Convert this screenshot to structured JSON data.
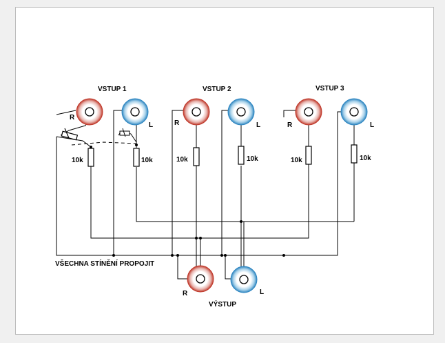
{
  "inputs": [
    {
      "title": "VSTUP 1",
      "r_label": "R",
      "l_label": "L",
      "r_resistor": "10k",
      "l_resistor": "10k"
    },
    {
      "title": "VSTUP 2",
      "r_label": "R",
      "l_label": "L",
      "r_resistor": "10k",
      "l_resistor": "10k"
    },
    {
      "title": "VSTUP 3",
      "r_label": "R",
      "l_label": "L",
      "r_resistor": "10k",
      "l_resistor": "10k"
    }
  ],
  "output": {
    "title": "VÝSTUP",
    "r_label": "R",
    "l_label": "L"
  },
  "shield_note": "VŠECHNA STÍNĚNÍ PROPOJIT",
  "colors": {
    "right_channel": "#c0392b",
    "left_channel": "#2e86c1",
    "wire": "#000000"
  }
}
